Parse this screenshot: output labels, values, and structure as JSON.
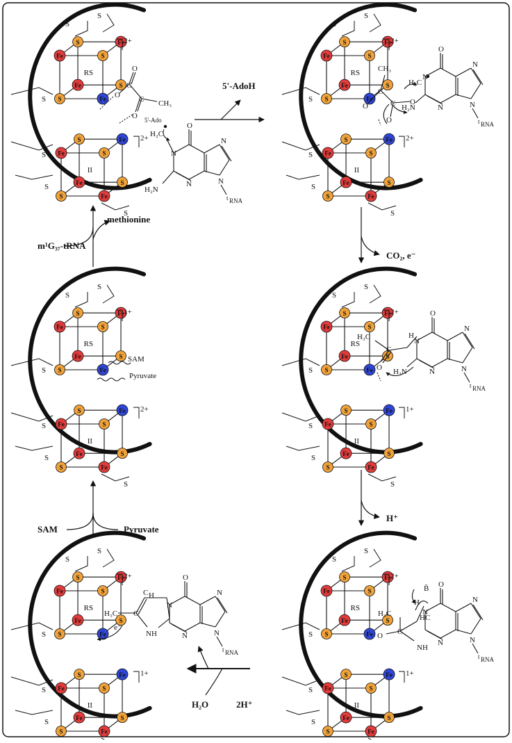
{
  "colors": {
    "fe": "#e23b3b",
    "s": "#f0a23a",
    "fe_unique": "#2f46d6",
    "stroke": "#111111"
  },
  "labels": {
    "fe": "Fe",
    "s": "S",
    "rs": "RS",
    "ii": "II",
    "c": "C",
    "o": "O",
    "n": "N",
    "h": "H",
    "h2c": "H₂C",
    "h3c": "H₃C",
    "h2n": "H₂N",
    "ch3": "CH₃",
    "nh": "NH",
    "hc": "HC",
    "rna": "RNA",
    "t": "t",
    "base": "B̄",
    "ado_radical": "5'-Ado",
    "sam": "SAM",
    "pyruvate": "Pyruvate",
    "charge_2p": "2+",
    "charge_1p": "1+",
    "electron": "e⁻",
    "c_o": "C=O"
  },
  "steps": {
    "adoh": "5'-AdoH",
    "co2": "CO₂, e⁻",
    "hplus": "H⁺",
    "water": "H₂O",
    "two_h": "2H⁺",
    "sam_in": "SAM",
    "pyruvate_in": "Pyruvate",
    "methionine": "methionine",
    "product": "m¹G₃₇-tRNA"
  }
}
